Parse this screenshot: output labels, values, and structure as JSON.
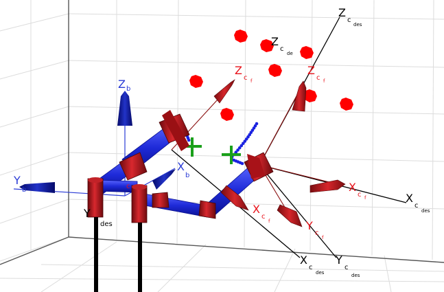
{
  "colors": {
    "desired_frame": "#000000",
    "current_frame": "#e8121a",
    "body_frame": "#2a3bd6",
    "manipulator_link": "#1e2ad8",
    "manipulator_joint": "#b0141a",
    "target_points": "#ff0000",
    "trajectory_points": "#1a22e0",
    "marker": "#1aa01a",
    "grid": "#dcdcdc"
  },
  "labels": {
    "z_des_top": {
      "base": "Z",
      "sub": "c",
      "subsub": "des"
    },
    "z_des_mid": {
      "base": "Z",
      "sub": "c",
      "subsub": "de"
    },
    "x_des_right": {
      "base": "X",
      "sub": "c",
      "subsub": "des"
    },
    "x_des_bottom": {
      "base": "X",
      "sub": "c",
      "subsub": "des"
    },
    "y_des_bottom": {
      "base": "Y",
      "sub": "c",
      "subsub": "des"
    },
    "y_des_left": {
      "base": "Y",
      "sub": "",
      "subsub": "des"
    },
    "z_cf_left": {
      "base": "Z",
      "sub": "c",
      "subsub": "f"
    },
    "z_cf_right": {
      "base": "Z",
      "sub": "c",
      "subsub": "f"
    },
    "x_cf_right": {
      "base": "X",
      "sub": "c",
      "subsub": "f"
    },
    "x_cf_mid": {
      "base": "X",
      "sub": "c",
      "subsub": "f"
    },
    "y_cf": {
      "base": "Y",
      "sub": "c",
      "subsub": "f"
    },
    "z_b": {
      "base": "Z",
      "sub": "b"
    },
    "x_b": {
      "base": "X",
      "sub": "b"
    },
    "y_b": {
      "base": "Y",
      "sub": "b"
    },
    "c_fragment": "c"
  }
}
